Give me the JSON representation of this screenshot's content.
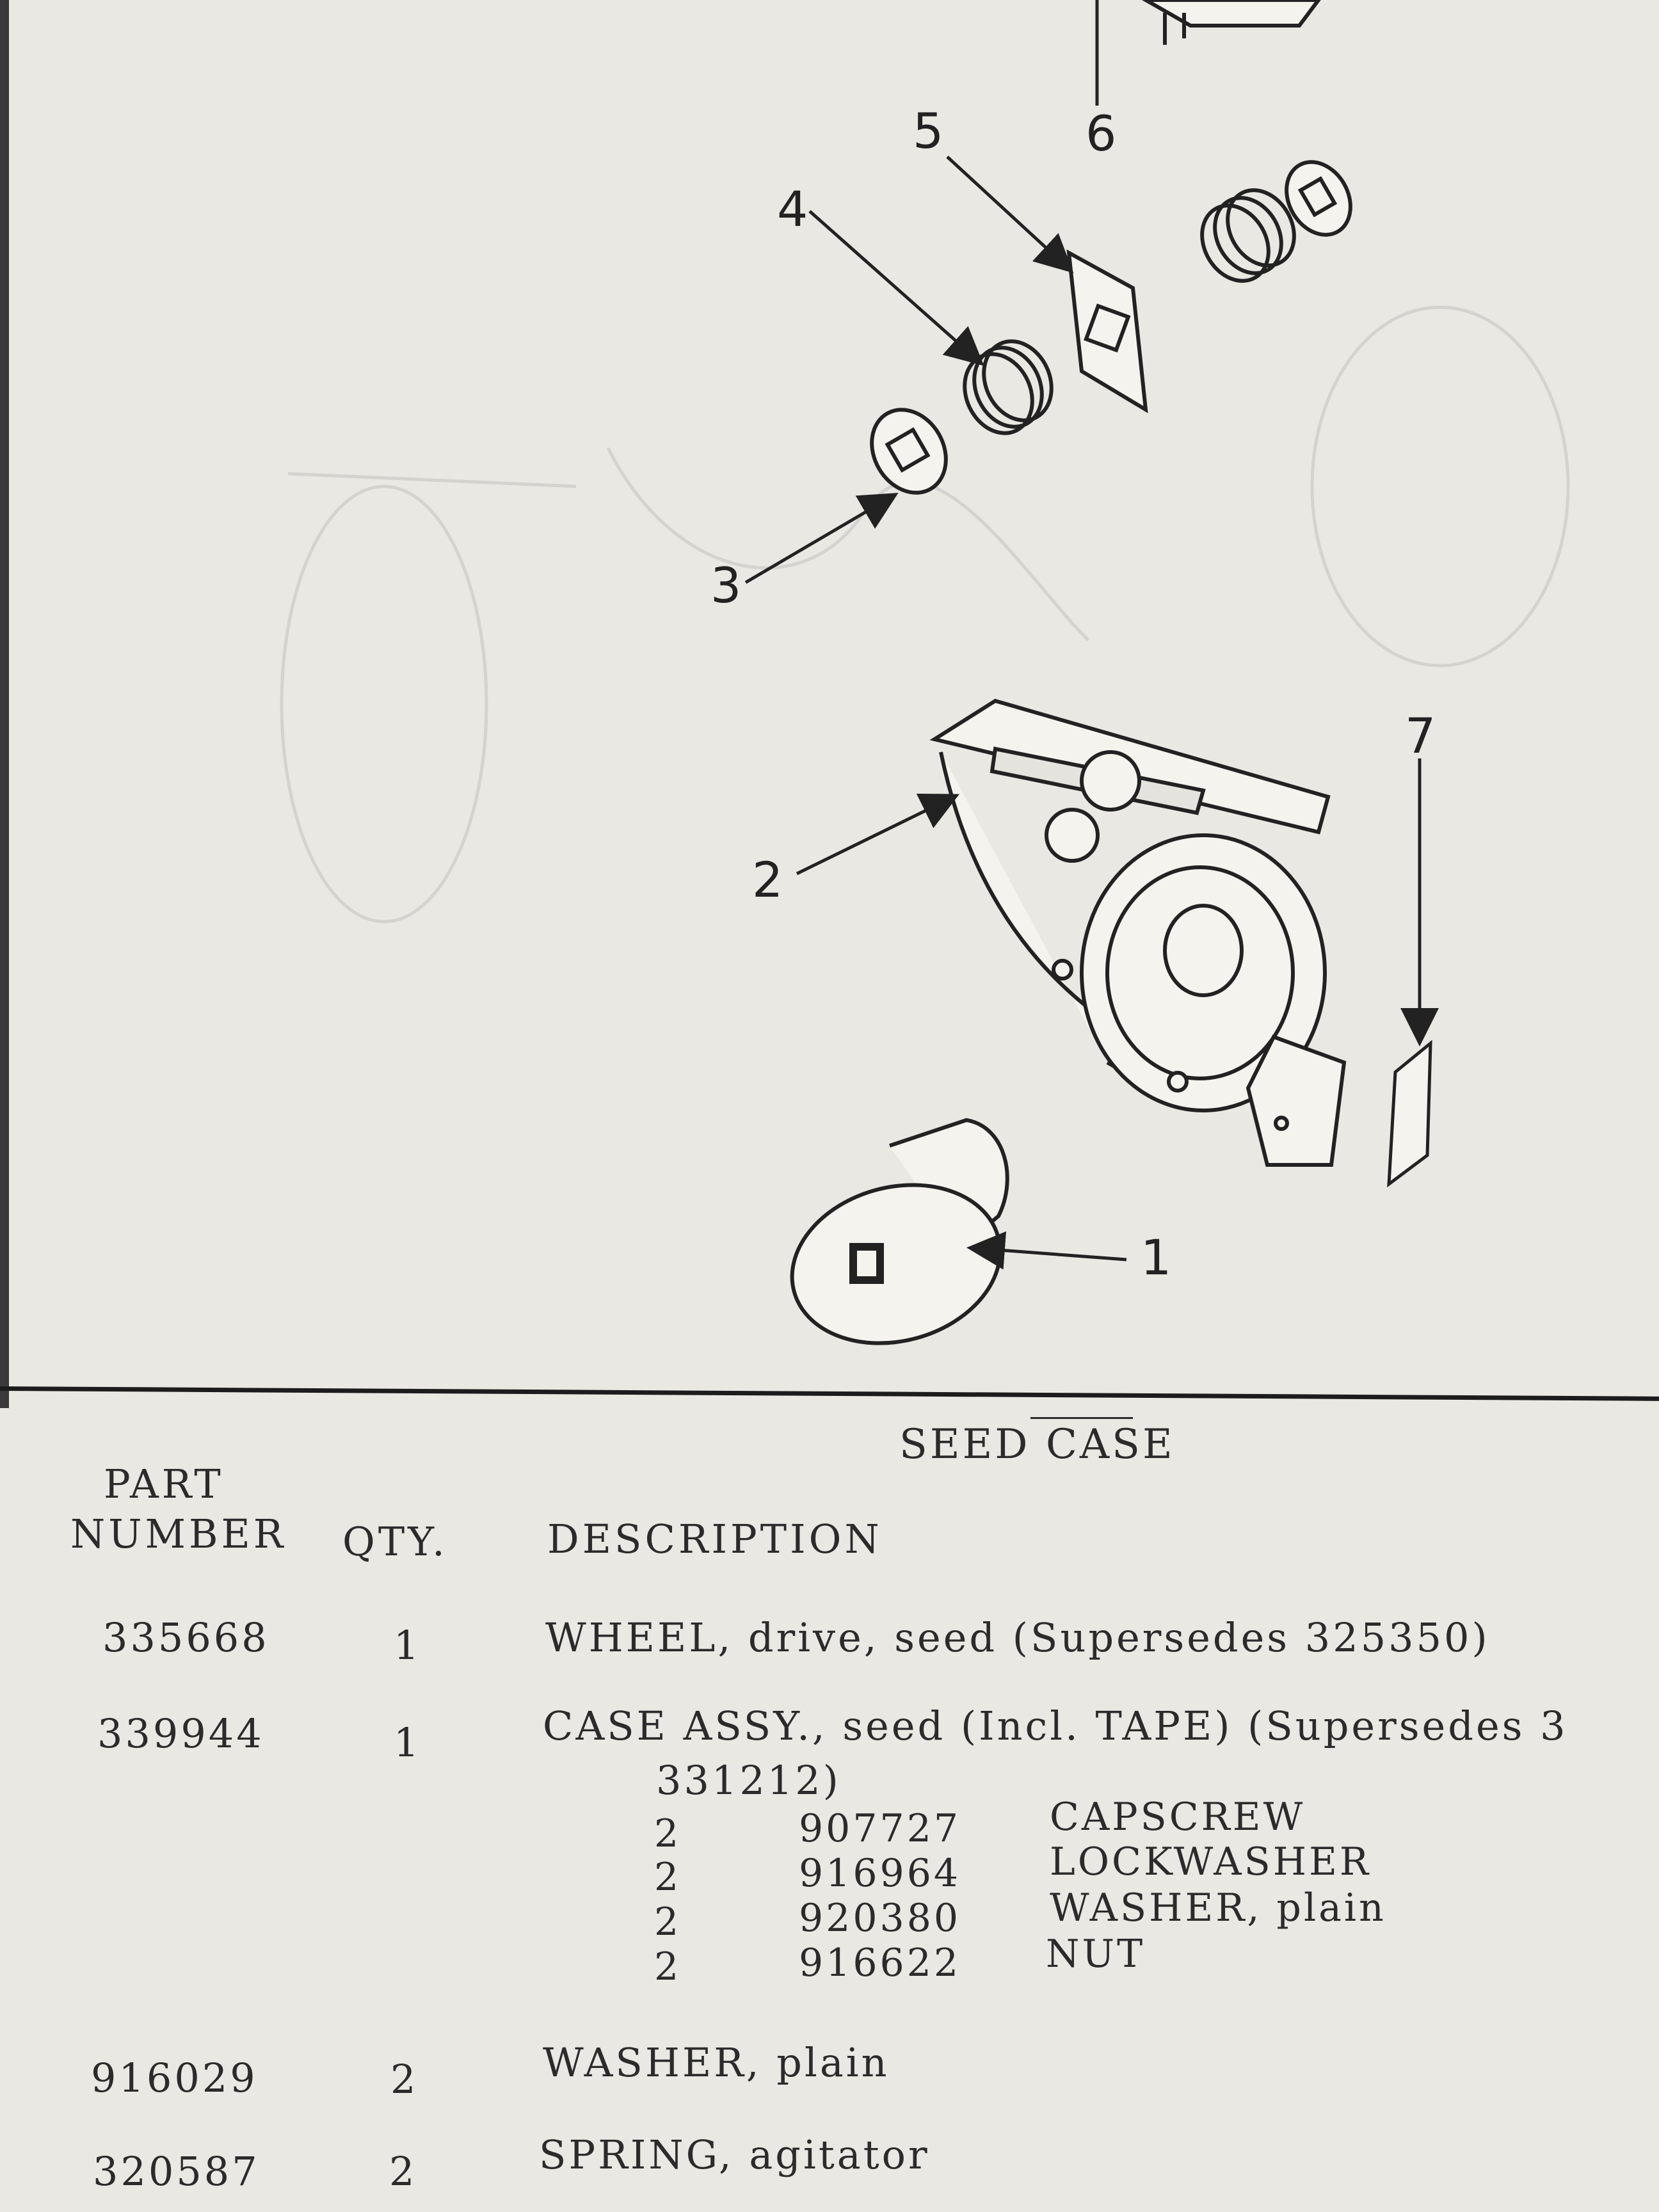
{
  "diagram": {
    "callouts": [
      "1",
      "2",
      "3",
      "4",
      "5",
      "6",
      "7"
    ]
  },
  "section_title": "SEED CASE",
  "headers": {
    "part_line1": "PART",
    "part_line2": "NUMBER",
    "qty": "QTY.",
    "description": "DESCRIPTION"
  },
  "rows": [
    {
      "part": "335668",
      "qty": "1",
      "description": "WHEEL, drive, seed (Supersedes 325350)"
    },
    {
      "part": "339944",
      "qty": "1",
      "description": "CASE ASSY., seed (Incl. TAPE) (Supersedes 3",
      "continuation": "331212)"
    },
    {
      "part": "916029",
      "qty": "2",
      "description": "WASHER, plain"
    },
    {
      "part": "320587",
      "qty": "2",
      "description": "SPRING, agitator"
    }
  ],
  "hardware": [
    {
      "qty": "2",
      "part": "907727",
      "description": "CAPSCREW"
    },
    {
      "qty": "2",
      "part": "916964",
      "description": "LOCKWASHER"
    },
    {
      "qty": "2",
      "part": "920380",
      "description": "WASHER, plain"
    },
    {
      "qty": "2",
      "part": "916622",
      "description": "NUT"
    }
  ]
}
